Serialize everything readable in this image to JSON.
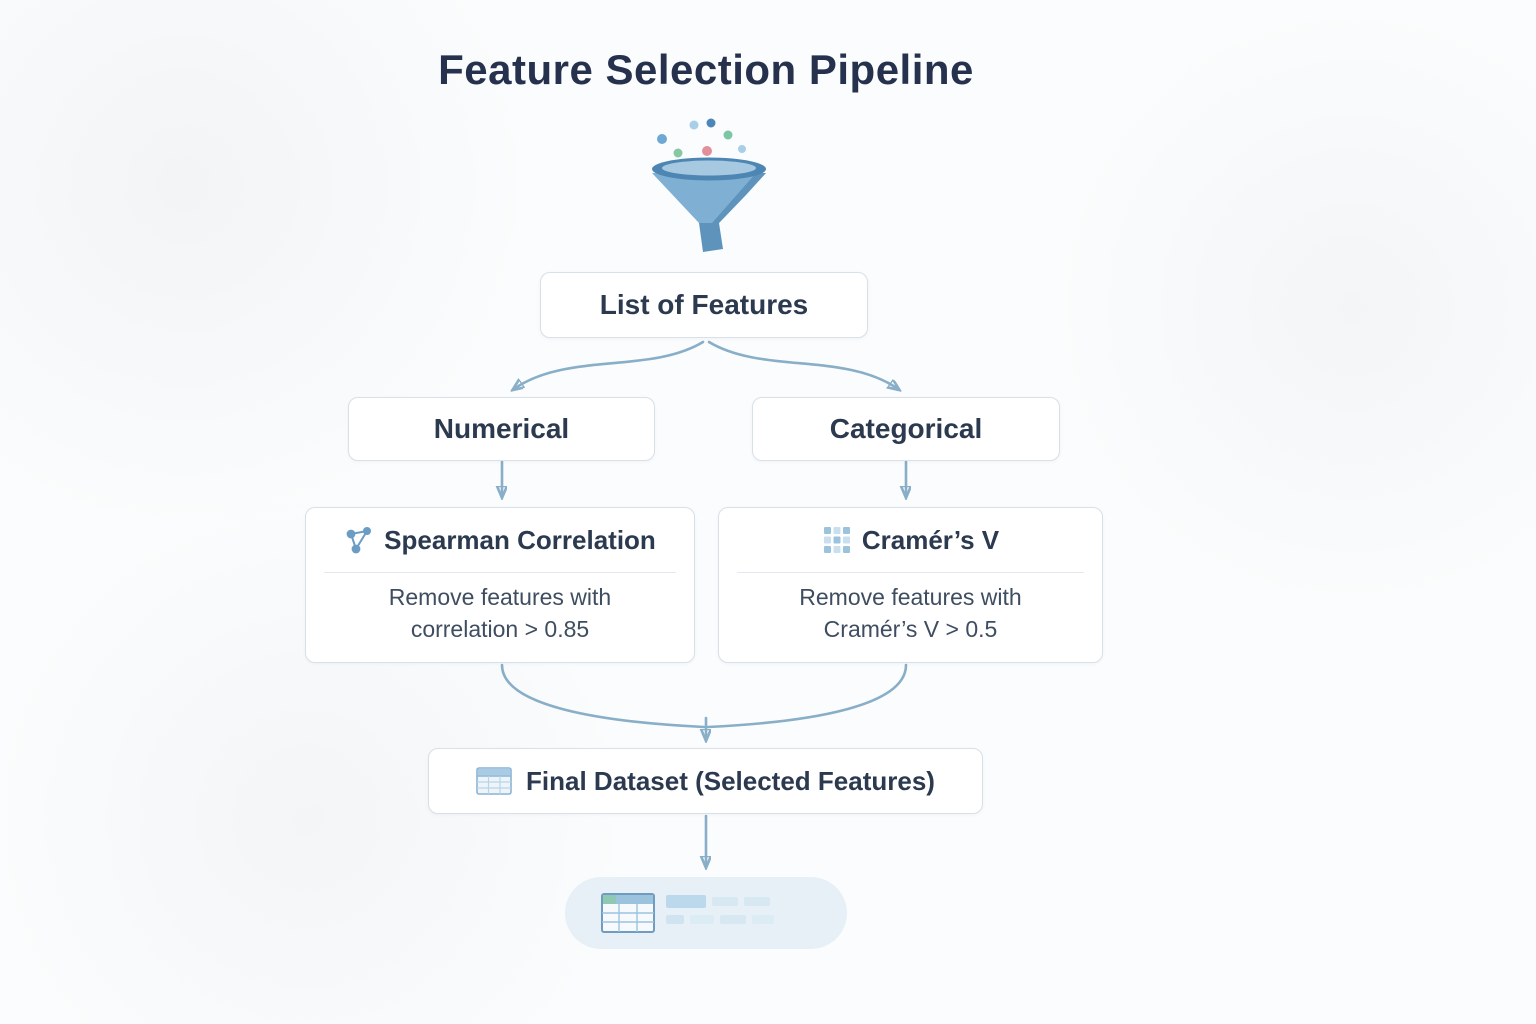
{
  "title": "Feature Selection Pipeline",
  "nodes": {
    "list_of_features": {
      "label": "List of Features"
    },
    "numerical": {
      "label": "Numerical"
    },
    "categorical": {
      "label": "Categorical"
    },
    "spearman": {
      "title": "Spearman Correlation",
      "description_line1": "Remove features with",
      "description_line2": "correlation > 0.85"
    },
    "cramers_v": {
      "title": "Cramér’s V",
      "description_line1": "Remove features with",
      "description_line2": "Cramér’s V > 0.5"
    },
    "final_dataset": {
      "label": "Final Dataset (Selected Features)"
    }
  },
  "icons": {
    "top": "funnel-icon",
    "spearman": "network-nodes-icon",
    "cramers_v": "grid-squares-icon",
    "final_dataset": "table-icon",
    "output": "spreadsheet-rows-icon"
  },
  "colors": {
    "title_text": "#26324d",
    "body_text": "#3f4d60",
    "box_border": "#d8e0e8",
    "arrow": "#88aec8",
    "funnel_blue": "#5e93bc",
    "pill_background": "#e7f0f7",
    "icon_blue": "#6b9dc4"
  }
}
